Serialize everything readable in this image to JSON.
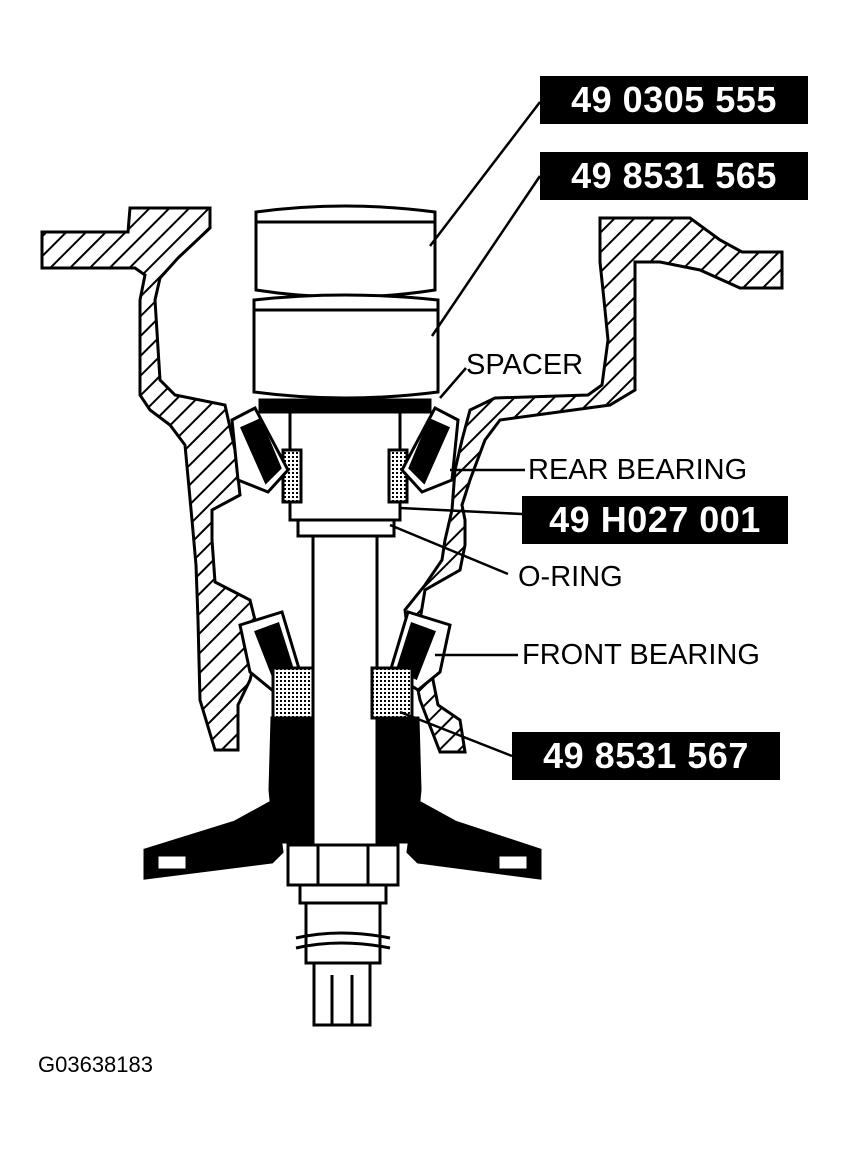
{
  "callouts": {
    "tool_1": "49  0305 555",
    "tool_2": "49  8531 565",
    "spacer": "SPACER",
    "rear_bearing": "REAR BEARING",
    "tool_3": "49  H027 001",
    "o_ring": "O-RING",
    "front_bearing": "FRONT BEARING",
    "tool_4": "49 8531 567"
  },
  "figure_id": "G03638183",
  "colors": {
    "ink": "#000000",
    "paper": "#ffffff"
  }
}
